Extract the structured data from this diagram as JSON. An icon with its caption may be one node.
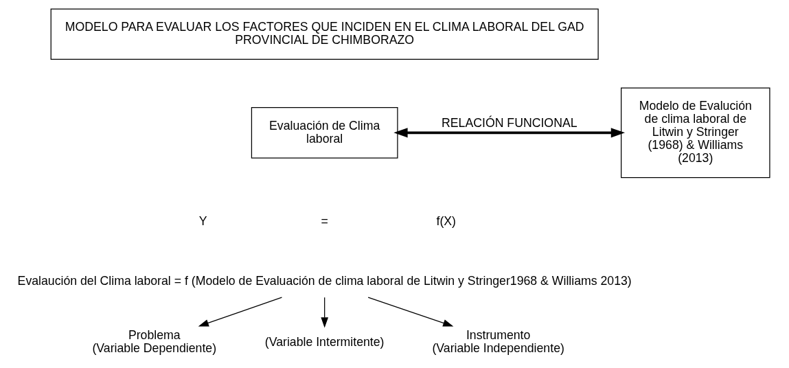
{
  "diagram": {
    "nodes": [
      {
        "text": [
          "MODELO PARA EVALUAR LOS FACTORES QUE INCIDEN EN EL CLIMA LABORAL DEL GAD PROVINCIAL DE CHIMBORAZO"
        ]
      },
      {
        "text": [
          "Evaluación de Clima laboral"
        ]
      },
      {
        "text": [
          "Modelo de Evalución de clima laboral de Litwin y Stringer (1968) & Williams (2013)"
        ]
      },
      {
        "text": [
          "Evalaución del Clima laboral = f (Modelo de Evaluación de clima laboral de Litwin y Stringer1968 & Williams 2013)"
        ]
      },
      {
        "text": [
          "Problema",
          "(Variable Dependiente)"
        ]
      },
      {
        "text": [
          "(Variable Intermitente)"
        ]
      },
      {
        "text": [
          "Instrumento",
          "(Variable Independiente)"
        ]
      }
    ],
    "edges": [
      {
        "from": 1,
        "to": 2,
        "arrow": "both",
        "label": "RELACIÓN FUNCIONAL",
        "style": "thick"
      },
      {
        "from": 3,
        "to": 4,
        "arrow": "to"
      },
      {
        "from": 3,
        "to": 5,
        "arrow": "to"
      },
      {
        "from": 3,
        "to": 6,
        "arrow": "to"
      }
    ],
    "labels": [
      "Y",
      "=",
      "f(X)"
    ]
  }
}
